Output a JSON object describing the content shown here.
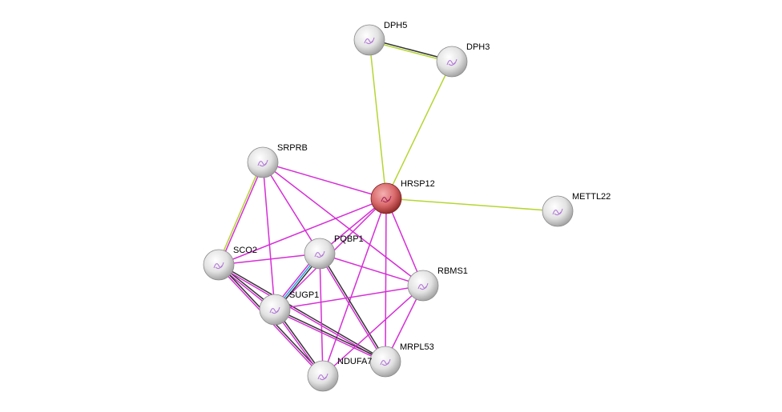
{
  "network": {
    "query_color": "#d9696b",
    "node_color": "#e6e6e6",
    "edge_colors": {
      "experiments": "#d62ed6",
      "textmining": "#b4d633",
      "coexpression": "#333333",
      "database": "#22aadd"
    },
    "nodes": [
      {
        "id": "DPH5",
        "label": "DPH5",
        "query": false
      },
      {
        "id": "DPH3",
        "label": "DPH3",
        "query": false
      },
      {
        "id": "SRPRB",
        "label": "SRPRB",
        "query": false
      },
      {
        "id": "HRSP12",
        "label": "HRSP12",
        "query": true
      },
      {
        "id": "METTL22",
        "label": "METTL22",
        "query": false
      },
      {
        "id": "SCO2",
        "label": "SCO2",
        "query": false
      },
      {
        "id": "PQBP1",
        "label": "PQBP1",
        "query": false
      },
      {
        "id": "RBMS1",
        "label": "RBMS1",
        "query": false
      },
      {
        "id": "SUGP1",
        "label": "SUGP1",
        "query": false
      },
      {
        "id": "MRPL53",
        "label": "MRPL53",
        "query": false
      },
      {
        "id": "NDUFA7",
        "label": "NDUFA7",
        "query": false
      }
    ],
    "edges": [
      {
        "s": "DPH5",
        "t": "DPH3",
        "types": [
          "coexpression",
          "textmining"
        ]
      },
      {
        "s": "HRSP12",
        "t": "DPH5",
        "types": [
          "textmining"
        ]
      },
      {
        "s": "HRSP12",
        "t": "DPH3",
        "types": [
          "textmining"
        ]
      },
      {
        "s": "HRSP12",
        "t": "METTL22",
        "types": [
          "textmining"
        ]
      },
      {
        "s": "SRPRB",
        "t": "HRSP12",
        "types": [
          "experiments"
        ]
      },
      {
        "s": "SRPRB",
        "t": "SCO2",
        "types": [
          "experiments",
          "textmining"
        ]
      },
      {
        "s": "SRPRB",
        "t": "SUGP1",
        "types": [
          "experiments"
        ]
      },
      {
        "s": "SRPRB",
        "t": "PQBP1",
        "types": [
          "experiments"
        ]
      },
      {
        "s": "SRPRB",
        "t": "RBMS1",
        "types": [
          "experiments"
        ]
      },
      {
        "s": "HRSP12",
        "t": "SCO2",
        "types": [
          "experiments"
        ]
      },
      {
        "s": "HRSP12",
        "t": "PQBP1",
        "types": [
          "experiments"
        ]
      },
      {
        "s": "HRSP12",
        "t": "SUGP1",
        "types": [
          "experiments"
        ]
      },
      {
        "s": "HRSP12",
        "t": "NDUFA7",
        "types": [
          "experiments"
        ]
      },
      {
        "s": "HRSP12",
        "t": "MRPL53",
        "types": [
          "experiments"
        ]
      },
      {
        "s": "HRSP12",
        "t": "RBMS1",
        "types": [
          "experiments"
        ]
      },
      {
        "s": "SCO2",
        "t": "PQBP1",
        "types": [
          "experiments"
        ]
      },
      {
        "s": "SCO2",
        "t": "SUGP1",
        "types": [
          "coexpression",
          "experiments"
        ]
      },
      {
        "s": "SCO2",
        "t": "NDUFA7",
        "types": [
          "coexpression",
          "experiments"
        ]
      },
      {
        "s": "SCO2",
        "t": "MRPL53",
        "types": [
          "coexpression",
          "experiments"
        ]
      },
      {
        "s": "PQBP1",
        "t": "SUGP1",
        "types": [
          "coexpression",
          "database",
          "experiments"
        ]
      },
      {
        "s": "PQBP1",
        "t": "RBMS1",
        "types": [
          "experiments"
        ]
      },
      {
        "s": "PQBP1",
        "t": "NDUFA7",
        "types": [
          "experiments"
        ]
      },
      {
        "s": "PQBP1",
        "t": "MRPL53",
        "types": [
          "coexpression",
          "experiments"
        ]
      },
      {
        "s": "SUGP1",
        "t": "RBMS1",
        "types": [
          "experiments"
        ]
      },
      {
        "s": "SUGP1",
        "t": "NDUFA7",
        "types": [
          "coexpression",
          "experiments"
        ]
      },
      {
        "s": "SUGP1",
        "t": "MRPL53",
        "types": [
          "coexpression",
          "experiments"
        ]
      },
      {
        "s": "RBMS1",
        "t": "NDUFA7",
        "types": [
          "experiments"
        ]
      },
      {
        "s": "RBMS1",
        "t": "MRPL53",
        "types": [
          "experiments"
        ]
      }
    ]
  }
}
